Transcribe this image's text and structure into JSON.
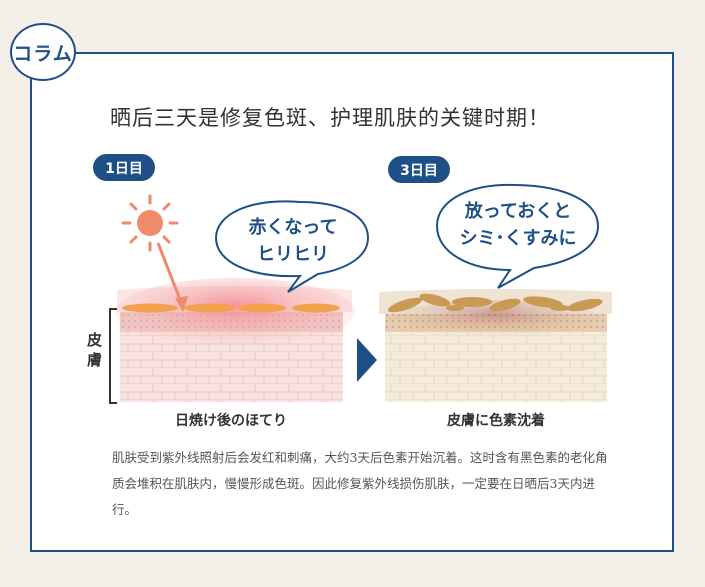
{
  "badge": {
    "label": "コラム"
  },
  "title": "晒后三天是修复色斑、护理肌肤的关键时期！",
  "day1": {
    "label": "1日目",
    "bubble": [
      "赤くなって",
      "ヒリヒリ"
    ],
    "caption": "日焼け後のほてり"
  },
  "day3": {
    "label": "3日目",
    "bubble": [
      "放っておくと",
      "シミ･くすみに"
    ],
    "caption": "皮膚に色素沈着"
  },
  "skin_side_label": "皮膚",
  "description": "肌肤受到紫外线照射后会发红和刺痛，大约3天后色素开始沉着。这时含有黑色素的老化角质会堆积在肌肤内，慢慢形成色斑。因此修复紫外线损伤肌肤，一定要在日晒后3天内进行。",
  "colors": {
    "navy": "#1e4f86",
    "sun": "#ef8a6a",
    "burn": "#e94a55",
    "pigment": "#c89a55"
  }
}
